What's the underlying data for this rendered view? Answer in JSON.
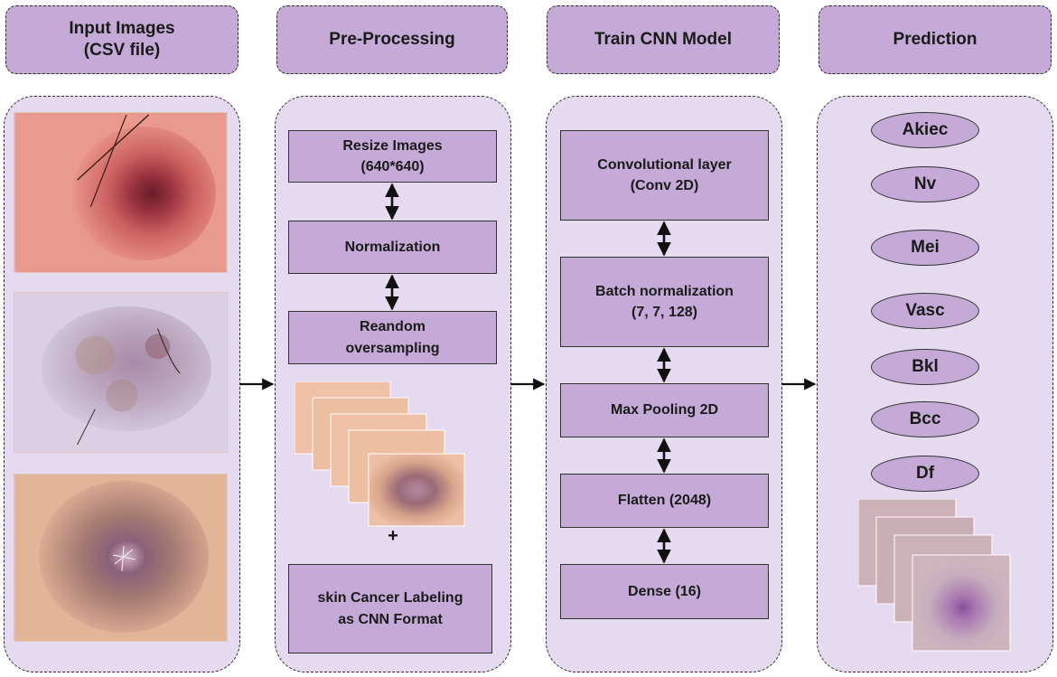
{
  "columns": [
    {
      "title": "Input Images\n(CSV file)"
    },
    {
      "title": "Pre-Processing"
    },
    {
      "title": "Train CNN Model"
    },
    {
      "title": "Prediction"
    }
  ],
  "preprocessing": {
    "steps": [
      "Resize Images\n(640*640)",
      "Normalization",
      "Reandom\noversampling"
    ],
    "plus": "+",
    "labeling": "skin Cancer Labeling\nas CNN Format"
  },
  "cnn": {
    "layers": [
      "Convolutional layer\n(Conv 2D)",
      "Batch normalization\n(7, 7, 128)",
      "Max Pooling 2D",
      "Flatten (2048)",
      "Dense (16)"
    ]
  },
  "prediction": {
    "classes": [
      "Akiec",
      "Nv",
      "Mei",
      "Vasc",
      "Bkl",
      "Bcc",
      "Df"
    ]
  },
  "colors": {
    "accent": "#c5aad8",
    "panel": "#e6daf0"
  },
  "icons": [
    "arrow-right-icon",
    "double-arrow-icon"
  ]
}
